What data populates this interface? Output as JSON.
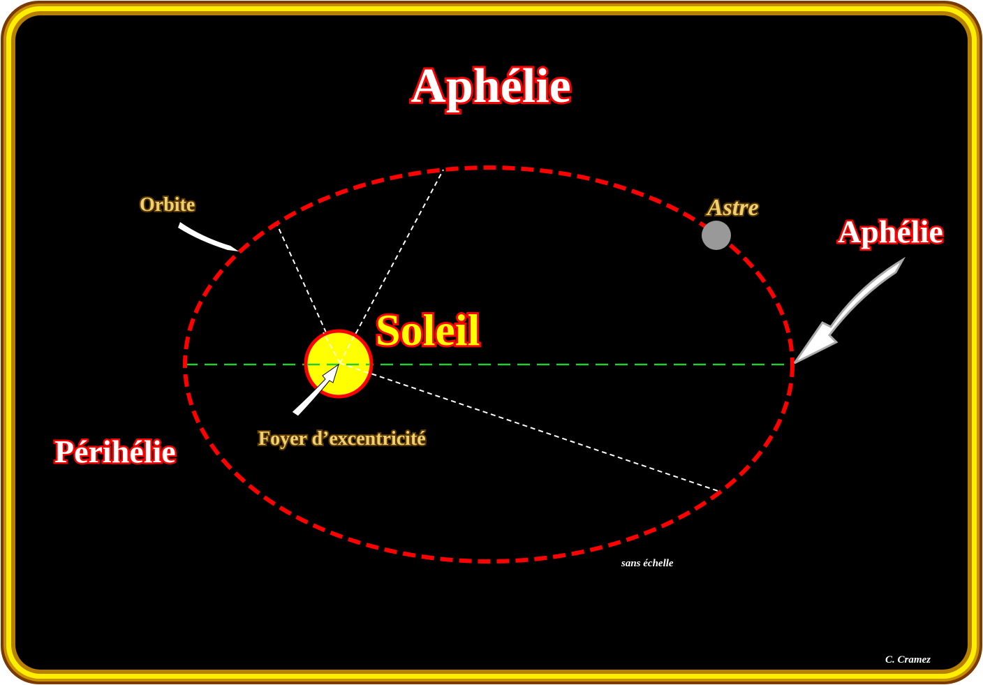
{
  "title": "Aphélie",
  "labels": {
    "orbit": "Orbite",
    "body": "Astre",
    "aphelion": "Aphélie",
    "perihelion": "Périhélie",
    "sun": "Soleil",
    "focus": "Foyer d’excentricité",
    "scale_note": "sans échelle",
    "author": "C. Cramez"
  },
  "colors": {
    "background": "#000000",
    "frame": "#ffee00",
    "orbit": "#ff0000",
    "major_axis": "#22cc33",
    "sun_fill": "#ffff00",
    "body": "#999999"
  }
}
